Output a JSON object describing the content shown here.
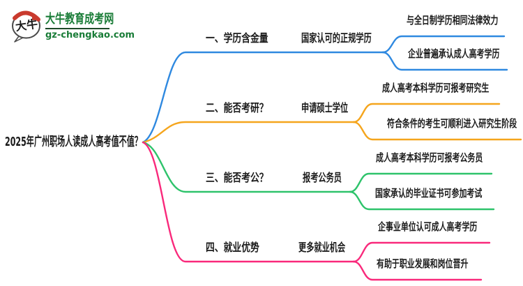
{
  "page": {
    "background": "#ffffff",
    "text_color": "#1a1a1a"
  },
  "logo": {
    "icon_text": "大牛",
    "site_name": "大牛教育成考网",
    "site_url": "gz-chengkao.com",
    "brand_green": "#197C37",
    "accent_red": "#C93A2E"
  },
  "mindmap": {
    "root": {
      "label": "2025年广州职场人读成人高考值不值？"
    },
    "branches": [
      {
        "color": "#2F89E0",
        "topic": "一、学历含金量",
        "subtopic": "国家认可的正规学历",
        "leaves": [
          "与全日制学历相同法律效力",
          "企业普遍承认成人高考学历"
        ]
      },
      {
        "color": "#F5A51D",
        "topic": "二、能否考研？",
        "subtopic": "申请硕士学位",
        "leaves": [
          "成人高考本科学历可报考研究生",
          "符合条件的考生可顺利进入研究生阶段"
        ]
      },
      {
        "color": "#2EC36B",
        "topic": "三、能否考公？",
        "subtopic": "报考公务员",
        "leaves": [
          "成人高考本科学历可报考公务员",
          "国家承认的毕业证书可参加考试"
        ]
      },
      {
        "color": "#F9297B",
        "topic": "四、就业优势",
        "subtopic": "更多就业机会",
        "leaves": [
          "企事业单位认可成人高考学历",
          "有助于职业发展和岗位晋升"
        ]
      }
    ]
  }
}
